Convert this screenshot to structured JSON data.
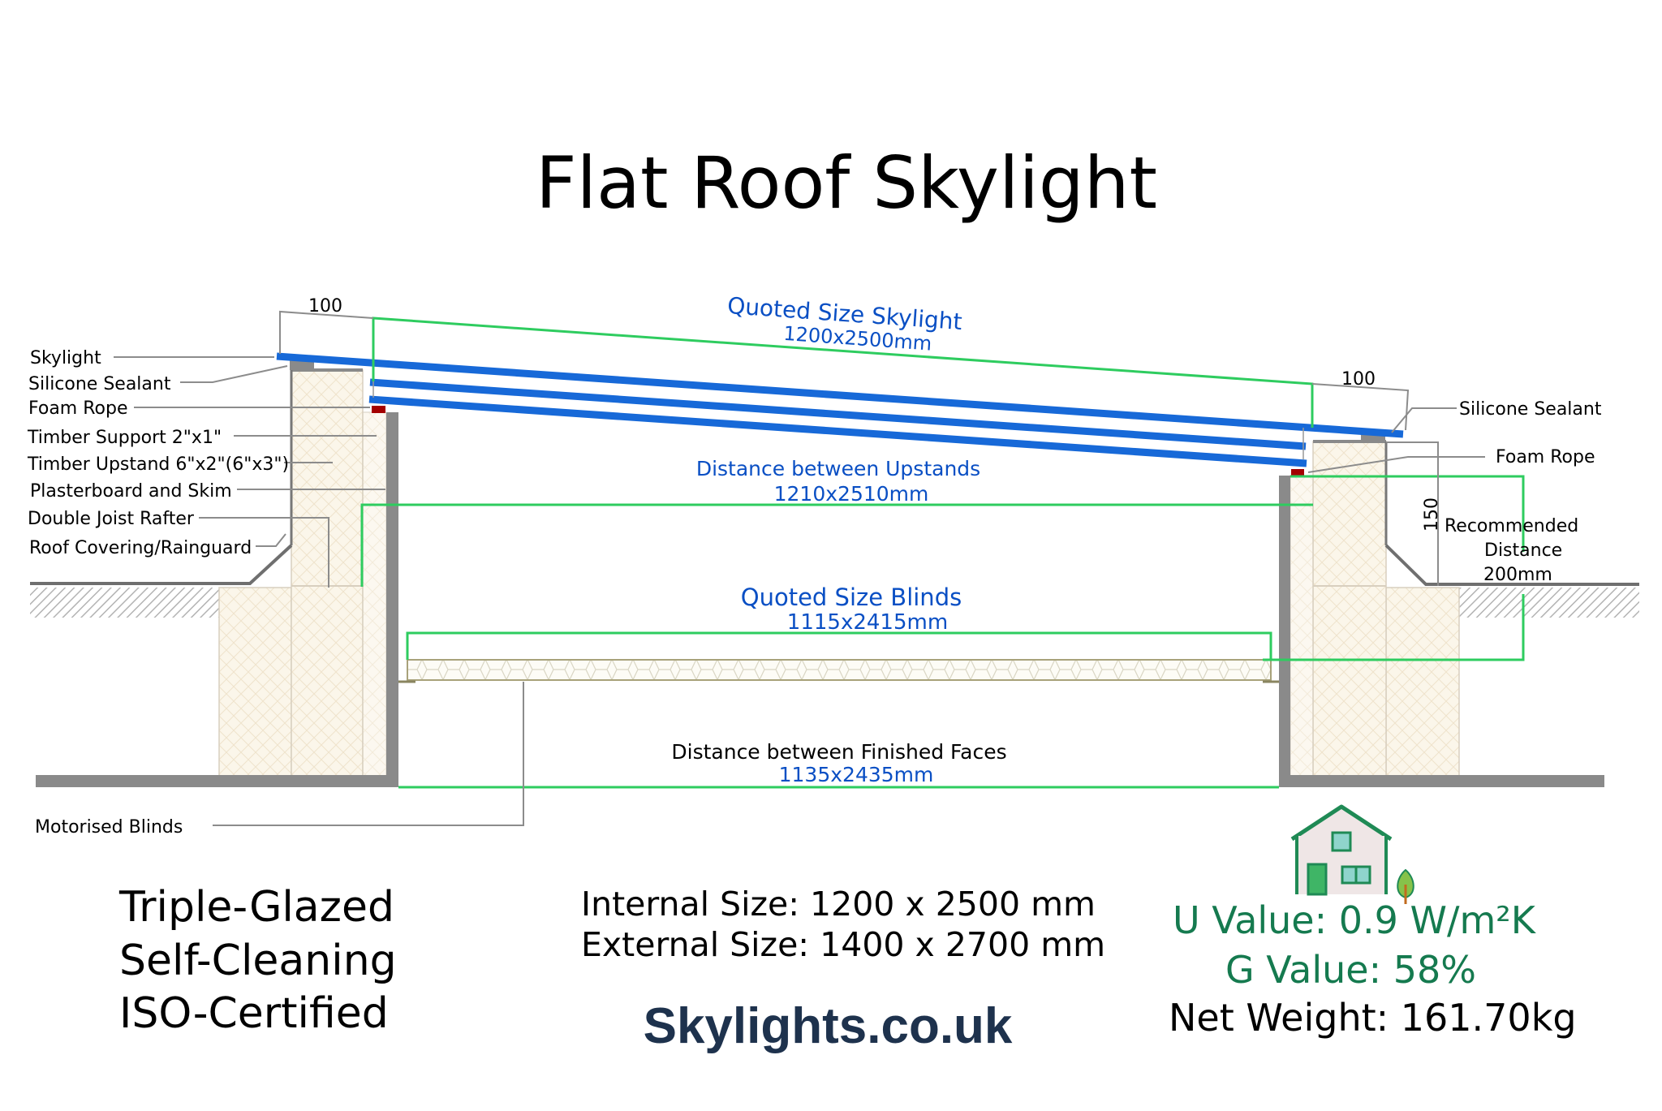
{
  "title": "Flat Roof Skylight",
  "colors": {
    "glass": "#1769d8",
    "dimension_line": "#2ecc5f",
    "dimension_text": "#0a4fc4",
    "wall": "#8a8a8a",
    "foam_rope": "#a30000",
    "timber": "#fbf6ea",
    "energy_green": "#157a4f",
    "logo": "#1e324d"
  },
  "left_labels": [
    {
      "text": "Skylight"
    },
    {
      "text": "Silicone Sealant"
    },
    {
      "text": "Foam Rope"
    },
    {
      "text": "Timber Support 2\"x1\""
    },
    {
      "text": "Timber Upstand 6\"x2\"(6\"x3\")"
    },
    {
      "text": "Plasterboard and Skim"
    },
    {
      "text": "Double Joist Rafter"
    },
    {
      "text": "Roof Covering/Rainguard"
    },
    {
      "text": "Motorised Blinds"
    }
  ],
  "right_labels": {
    "silicone_sealant": "Silicone Sealant",
    "foam_rope": "Foam Rope",
    "recommended_line1": "Recommended",
    "recommended_line2": "Distance",
    "recommended_line3": "200mm"
  },
  "dimensions": {
    "overhang_left": "100",
    "overhang_right": "100",
    "upstand_height": "150",
    "quoted_skylight": {
      "label": "Quoted Size Skylight",
      "value": "1200x2500mm"
    },
    "between_upstands": {
      "label": "Distance between Upstands",
      "value": "1210x2510mm"
    },
    "quoted_blinds": {
      "label": "Quoted Size Blinds",
      "value": "1115x2415mm"
    },
    "finished_faces": {
      "label": "Distance between Finished Faces",
      "value": "1135x2435mm"
    }
  },
  "features": [
    "Triple-Glazed",
    "Self-Cleaning",
    "ISO-Certified"
  ],
  "sizes": {
    "internal": "Internal Size: 1200 x 2500 mm",
    "external": "External Size: 1400 x 2700 mm"
  },
  "logo": "Skylights.co.uk",
  "energy": {
    "icon": "house-tree-icon",
    "u_value": "U Value: 0.9 W/m²K",
    "g_value": "G Value: 58%",
    "net_weight": "Net Weight: 161.70kg"
  }
}
